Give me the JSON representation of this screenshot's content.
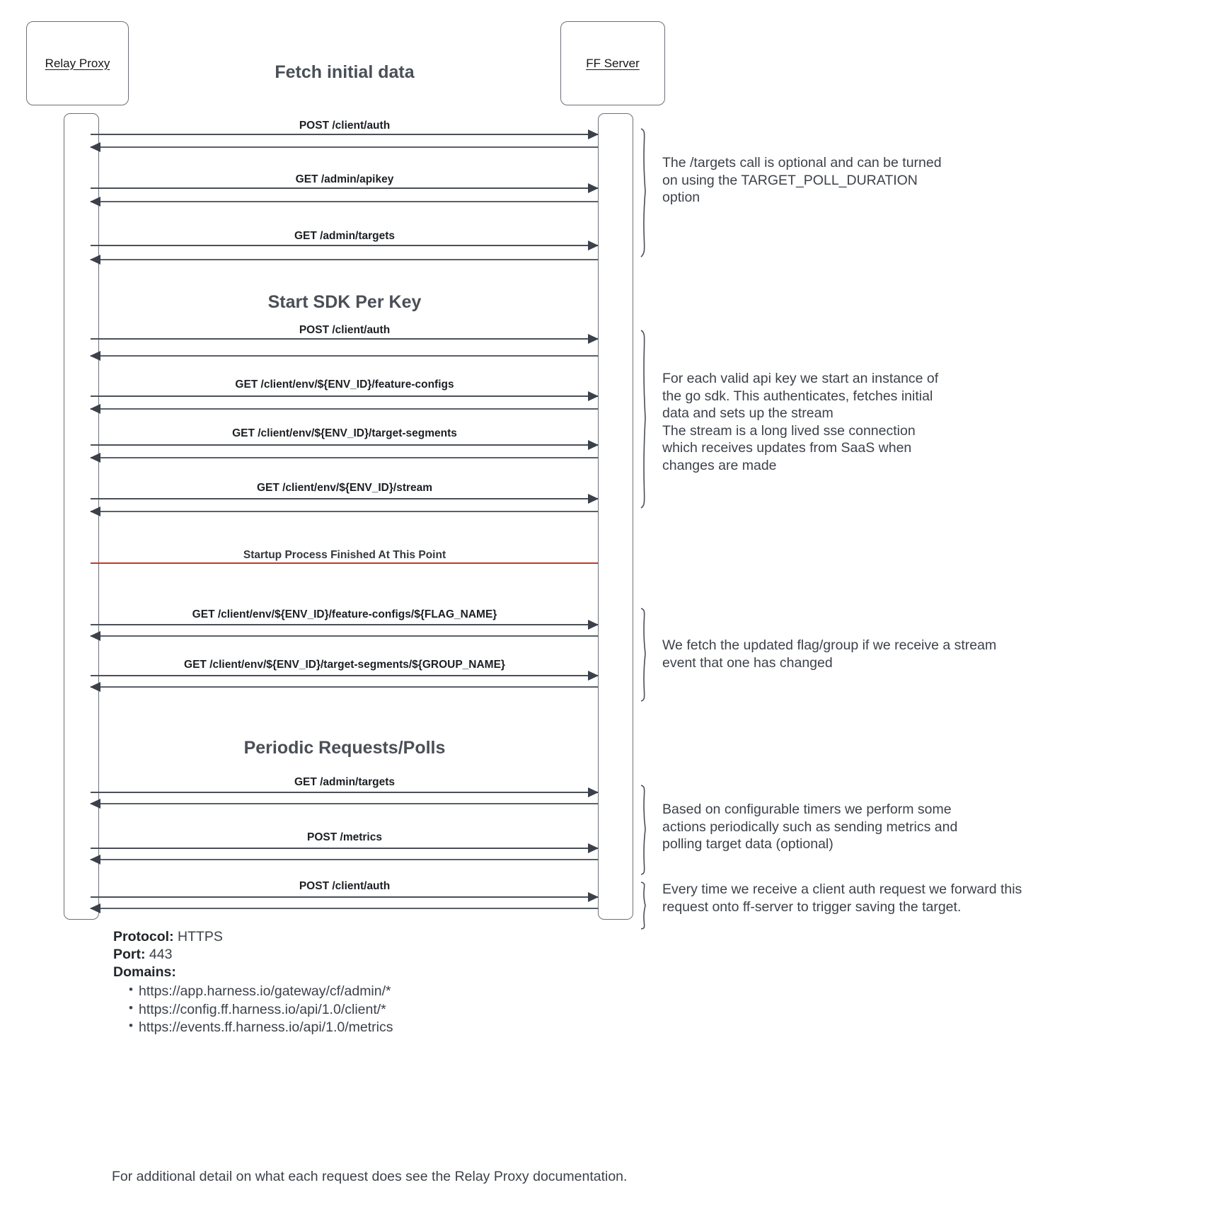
{
  "diagram": {
    "participants": [
      {
        "id": "relay-proxy",
        "label": "Relay Proxy"
      },
      {
        "id": "ff-server",
        "label": "FF Server"
      }
    ],
    "sections": [
      {
        "id": "fetch-initial-data",
        "title": "Fetch initial data"
      },
      {
        "id": "start-sdk-per-key",
        "title": "Start SDK Per Key"
      },
      {
        "id": "periodic-requests",
        "title": "Periodic Requests/Polls"
      }
    ],
    "divider": {
      "label": "Startup Process Finished At This Point",
      "color": "#c0392b"
    },
    "messages": [
      {
        "id": "m1",
        "label": "POST /client/auth"
      },
      {
        "id": "m2",
        "label": "GET /admin/apikey"
      },
      {
        "id": "m3",
        "label": "GET /admin/targets"
      },
      {
        "id": "m4",
        "label": "POST /client/auth"
      },
      {
        "id": "m5",
        "label": "GET /client/env/${ENV_ID}/feature-configs"
      },
      {
        "id": "m6",
        "label": "GET /client/env/${ENV_ID}/target-segments"
      },
      {
        "id": "m7",
        "label": "GET /client/env/${ENV_ID}/stream"
      },
      {
        "id": "m8",
        "label": "GET /client/env/${ENV_ID}/feature-configs/${FLAG_NAME}"
      },
      {
        "id": "m9",
        "label": "GET /client/env/${ENV_ID}/target-segments/${GROUP_NAME}"
      },
      {
        "id": "m10",
        "label": "GET /admin/targets"
      },
      {
        "id": "m11",
        "label": "POST /metrics"
      },
      {
        "id": "m12",
        "label": "POST /client/auth"
      }
    ],
    "notes": [
      {
        "id": "note-targets-optional",
        "text": "The /targets call is optional and can be turned\non using the TARGET_POLL_DURATION\noption"
      },
      {
        "id": "note-sdk-instance",
        "text": "For each valid api key we start an instance of\nthe go sdk. This authenticates, fetches initial\ndata and sets up the stream\nThe stream is a long lived sse connection\nwhich receives updates from SaaS when\nchanges are made"
      },
      {
        "id": "note-stream-update",
        "text": "We fetch the updated flag/group if we receive a stream\nevent that one has changed"
      },
      {
        "id": "note-periodic-timers",
        "text": "Based on configurable timers we perform some\nactions periodically such as sending metrics and\npolling target data (optional)"
      },
      {
        "id": "note-client-auth-fwd",
        "text": "Every time we receive a client auth request we forward this\nrequest onto ff-server to trigger saving the target."
      }
    ]
  },
  "footer": {
    "protocol_label": "Protocol:",
    "protocol_value": "HTTPS",
    "port_label": "Port:",
    "port_value": "443",
    "domains_label": "Domains:",
    "domains": [
      "https://app.harness.io/gateway/cf/admin/*",
      "https://config.ff.harness.io/api/1.0/client/*",
      "https://events.ff.harness.io/api/1.0/metrics"
    ],
    "additional_detail": "For additional detail on what each request does see the Relay Proxy documentation."
  }
}
